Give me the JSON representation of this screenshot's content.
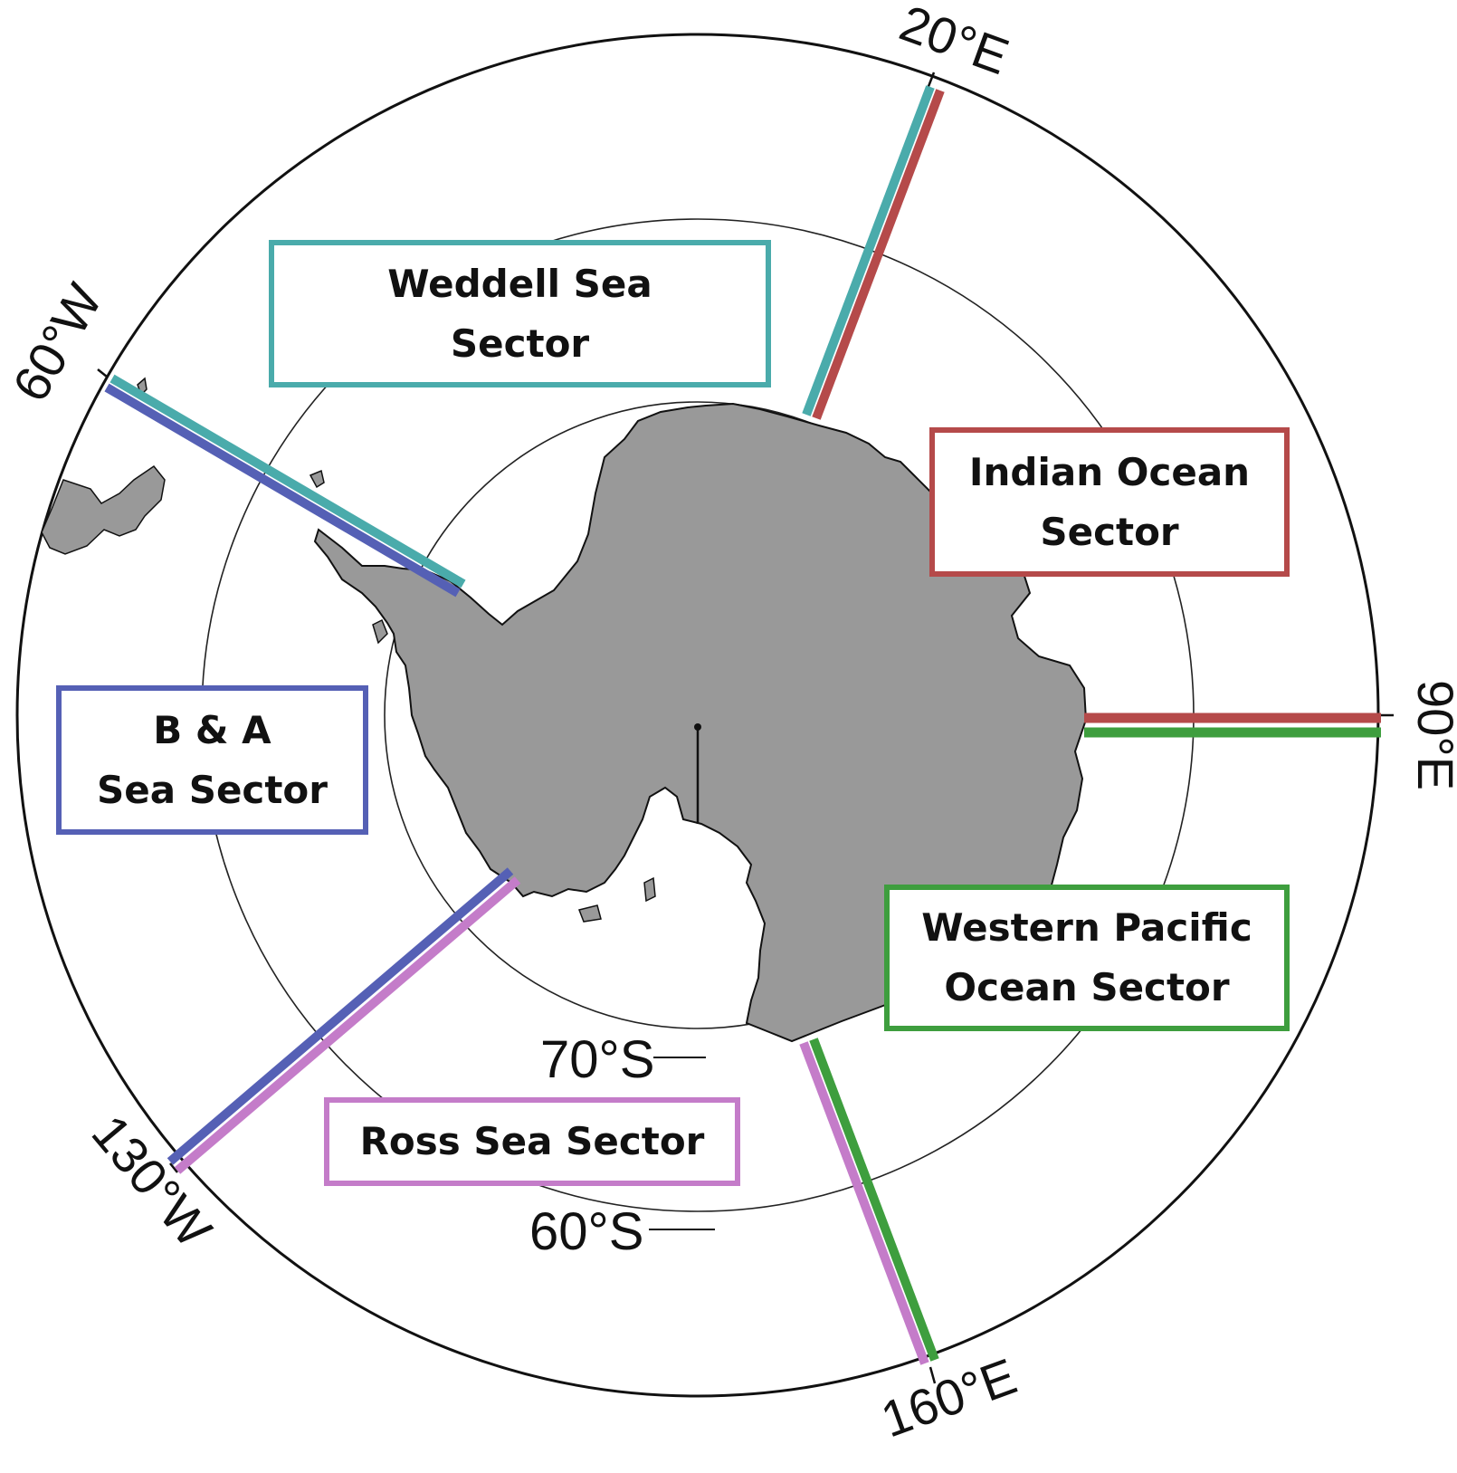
{
  "meridian_labels": {
    "e20": "20°E",
    "e90": "90°E",
    "e160": "160°E",
    "w60": "60°W",
    "w130": "130°W"
  },
  "latitude_labels": {
    "s70": "70°S",
    "s60": "60°S"
  },
  "sectors": {
    "weddell": {
      "line1": "Weddell Sea",
      "line2": "Sector",
      "color": "#4aabab"
    },
    "indian": {
      "line1": "Indian Ocean",
      "line2": "Sector",
      "color": "#b54a4a"
    },
    "ba": {
      "line1": "B & A",
      "line2": "Sea Sector",
      "color": "#5560b5"
    },
    "wpacific": {
      "line1": "Western Pacific",
      "line2": "Ocean Sector",
      "color": "#3e9e3e"
    },
    "ross": {
      "line1": "Ross Sea Sector",
      "color": "#c47cc9"
    }
  },
  "land_color": "#999999"
}
